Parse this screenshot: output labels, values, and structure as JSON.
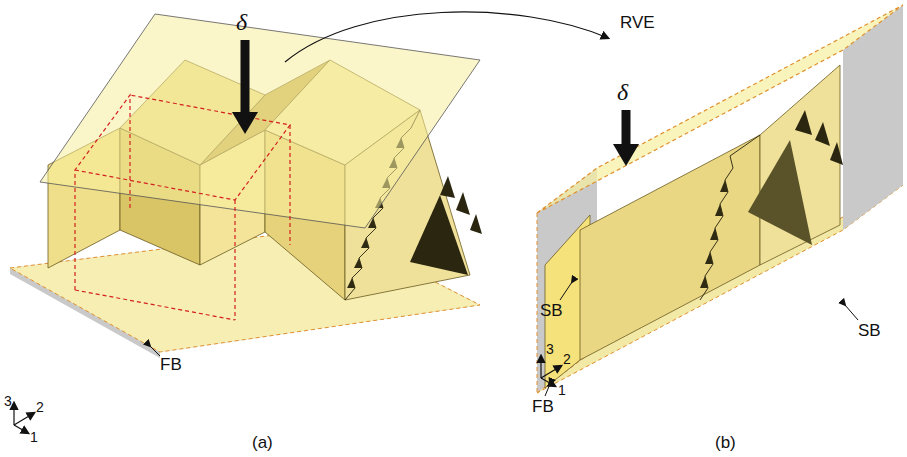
{
  "diagram": {
    "labels": [
      "δ",
      "RVE",
      "δ",
      "SB",
      "SB",
      "FB",
      "FB",
      "3",
      "2",
      "1",
      "3",
      "2",
      "1",
      "(a)",
      "(b)"
    ]
  }
}
